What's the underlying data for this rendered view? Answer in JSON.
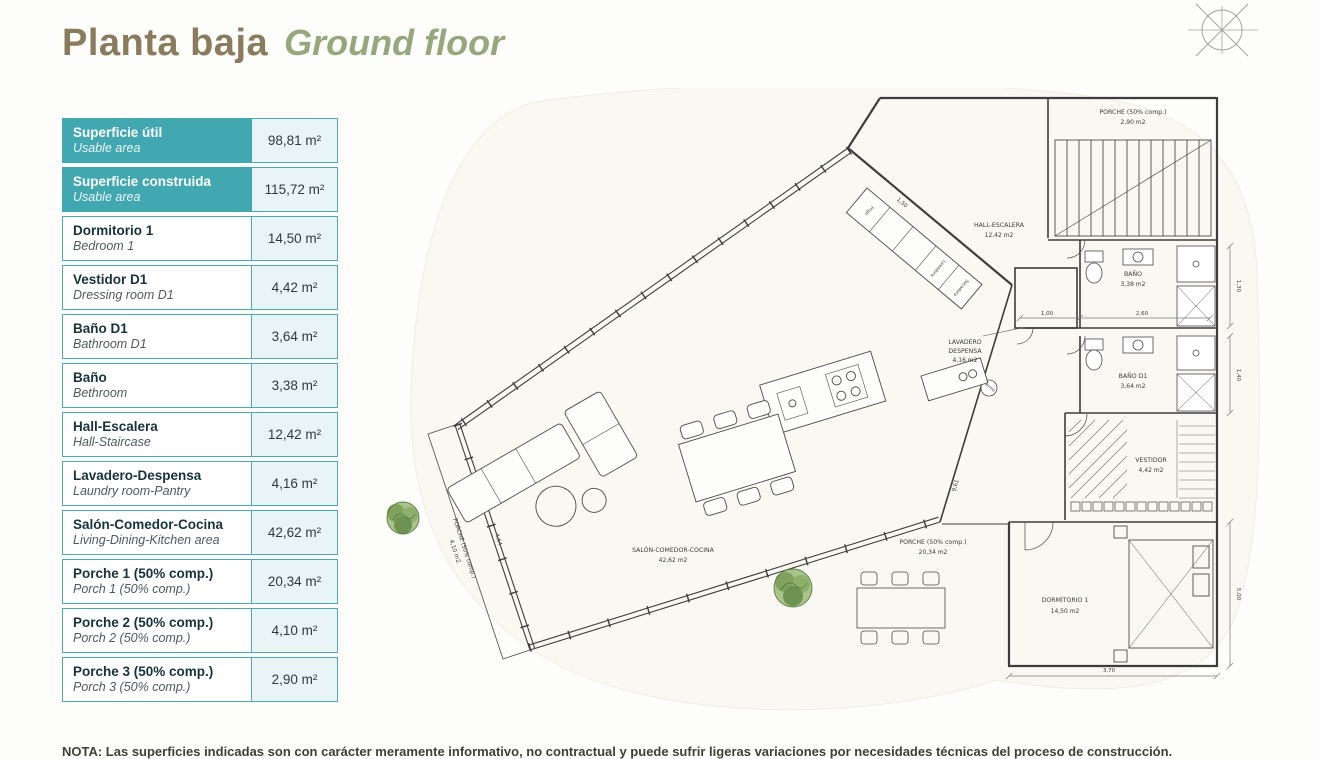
{
  "header": {
    "title_main": "Planta baja",
    "title_sub": "Ground floor"
  },
  "legend": {
    "rows": [
      {
        "es": "Superficie útil",
        "en": "Usable area",
        "value": "98,81 m²"
      },
      {
        "es": "Superficie construida",
        "en": "Usable area",
        "value": "115,72 m²"
      },
      {
        "es": "Dormitorio 1",
        "en": "Bedroom 1",
        "value": "14,50 m²"
      },
      {
        "es": "Vestidor D1",
        "en": "Dressing room D1",
        "value": "4,42 m²"
      },
      {
        "es": "Baño D1",
        "en": "Bathroom D1",
        "value": "3,64 m²"
      },
      {
        "es": "Baño",
        "en": "Bethroom",
        "value": "3,38 m²"
      },
      {
        "es": "Hall-Escalera",
        "en": "Hall-Staircase",
        "value": "12,42 m²"
      },
      {
        "es": "Lavadero-Despensa",
        "en": "Laundry room-Pantry",
        "value": "4,16 m²"
      },
      {
        "es": "Salón-Comedor-Cocina",
        "en": "Living-Dining-Kitchen area",
        "value": "42,62 m²"
      },
      {
        "es": "Porche 1 (50% comp.)",
        "en": "Porch 1 (50% comp.)",
        "value": "20,34 m²"
      },
      {
        "es": "Porche 2 (50% comp.)",
        "en": "Porch 2 (50% comp.)",
        "value": "4,10 m²"
      },
      {
        "es": "Porche 3 (50% comp.)",
        "en": "Porch 3 (50% comp.)",
        "value": "2,90 m²"
      }
    ]
  },
  "plan": {
    "rooms": {
      "porche_top": {
        "line1": "PORCHE (50% comp.)",
        "line2": "2,90 m2"
      },
      "hall": {
        "line1": "HALL-ESCALERA",
        "line2": "12,42 m2"
      },
      "bano": {
        "line1": "BAÑO",
        "line2": "3,38 m2"
      },
      "lavadero": {
        "line1": "LAVADERO",
        "line2": "DESPENSA",
        "line3": "4,16 m2"
      },
      "bano_d1": {
        "line1": "BAÑO D1",
        "line2": "3,64 m2"
      },
      "vestidor": {
        "line1": "VESTIDOR",
        "line2": "4,42 m2"
      },
      "salon": {
        "line1": "SALÓN-COMEDOR-COCINA",
        "line2": "42,62 m2"
      },
      "porche_mid": {
        "line1": "PORCHE (50% comp.)",
        "line2": "20,34 m2"
      },
      "dormitorio": {
        "line1": "DORMITORIO 1",
        "line2": "14,50 m2"
      },
      "porche_left": {
        "line1": "PORCHE (50% comp.)",
        "line2": "4,10 m2"
      }
    },
    "appliances": {
      "frigo": "Frigo",
      "lavadora": "Lavadora",
      "secadora": "Secadora",
      "termo": "Termo"
    },
    "dims": {
      "d130": "1,30",
      "d140": "1,40",
      "d500": "5,00",
      "d370": "3,70",
      "d100": "1,00",
      "d260": "2,60",
      "d961": "9,61",
      "d464": "4,64",
      "d150": "1,50"
    }
  },
  "footer": {
    "note": "NOTA: Las superficies indicadas son con carácter meramente informativo, no contractual y puede sufrir ligeras variaciones por necesidades técnicas del proceso de construcción."
  }
}
